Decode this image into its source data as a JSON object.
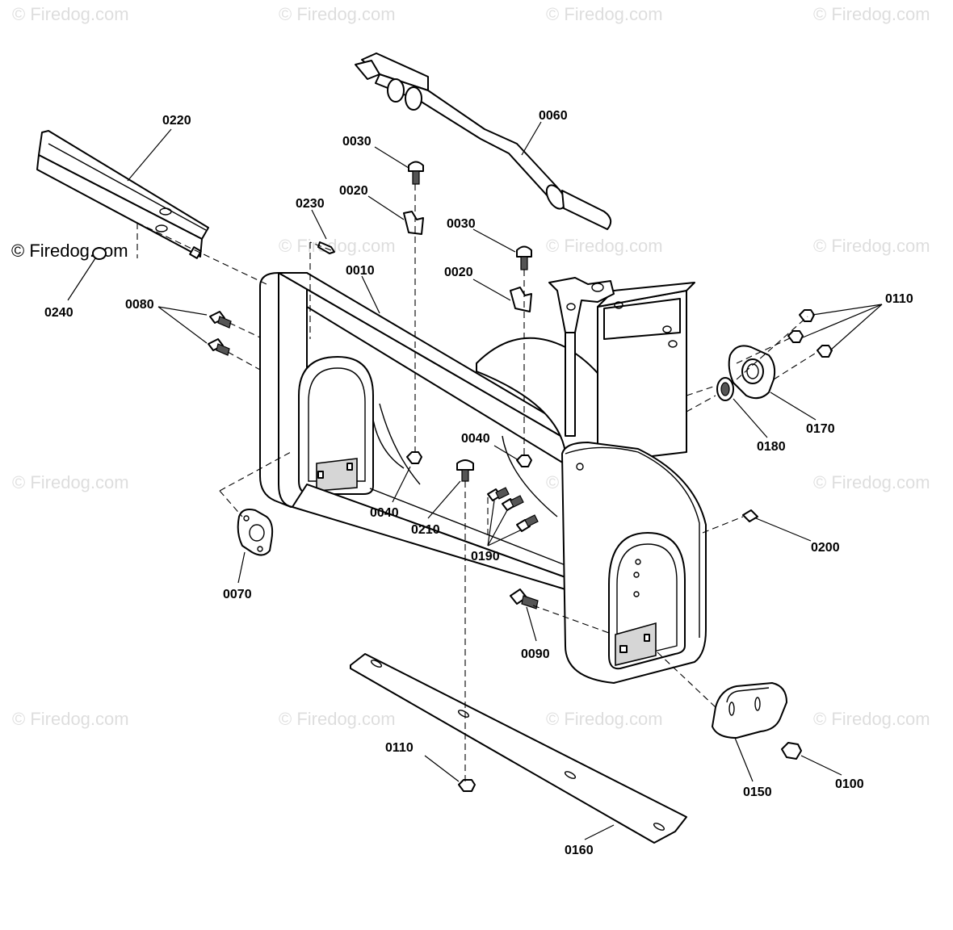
{
  "watermark": "© Firedog.com",
  "callouts": {
    "c0010": "0010",
    "c0020a": "0020",
    "c0020b": "0020",
    "c0030a": "0030",
    "c0030b": "0030",
    "c0040a": "0040",
    "c0040b": "0040",
    "c0060": "0060",
    "c0070": "0070",
    "c0080": "0080",
    "c0090": "0090",
    "c0100": "0100",
    "c0110a": "0110",
    "c0110b": "0110",
    "c0150": "0150",
    "c0160": "0160",
    "c0170": "0170",
    "c0180": "0180",
    "c0190": "0190",
    "c0200": "0200",
    "c0210": "0210",
    "c0220": "0220",
    "c0230": "0230",
    "c0240": "0240"
  }
}
